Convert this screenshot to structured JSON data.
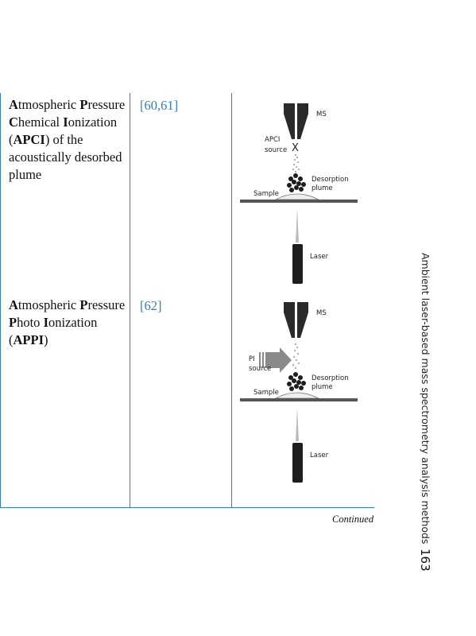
{
  "rows": [
    {
      "method_parts": [
        {
          "t": "A",
          "b": true
        },
        {
          "t": "tmospheric ",
          "b": false
        },
        {
          "t": "P",
          "b": true
        },
        {
          "t": "ressure ",
          "b": false
        },
        {
          "t": "C",
          "b": true
        },
        {
          "t": "hemical ",
          "b": false
        },
        {
          "t": "I",
          "b": true
        },
        {
          "t": "onization (",
          "b": false
        },
        {
          "t": "APCI",
          "b": true
        },
        {
          "t": ") of the acoustically desorbed plume",
          "b": false
        }
      ],
      "ref": "[60,61]",
      "diagram": {
        "ms": "MS",
        "source_line1": "APCI",
        "source_line2": "source",
        "desorption_line1": "Desorption",
        "desorption_line2": "plume",
        "sample": "Sample",
        "laser": "Laser"
      }
    },
    {
      "method_parts": [
        {
          "t": "A",
          "b": true
        },
        {
          "t": "tmospheric ",
          "b": false
        },
        {
          "t": "P",
          "b": true
        },
        {
          "t": "ressure ",
          "b": false
        },
        {
          "t": "P",
          "b": true
        },
        {
          "t": "hoto ",
          "b": false
        },
        {
          "t": "I",
          "b": true
        },
        {
          "t": "onization (",
          "b": false
        },
        {
          "t": "APPI",
          "b": true
        },
        {
          "t": ")",
          "b": false
        }
      ],
      "ref": "[62]",
      "diagram": {
        "ms": "MS",
        "source_line1": "PI",
        "source_line2": "source",
        "desorption_line1": "Desorption",
        "desorption_line2": "plume",
        "sample": "Sample",
        "laser": "Laser"
      }
    }
  ],
  "continued": "Continued",
  "running_head": "Ambient laser-based mass spectrometry analysis methods",
  "page_number": "163"
}
